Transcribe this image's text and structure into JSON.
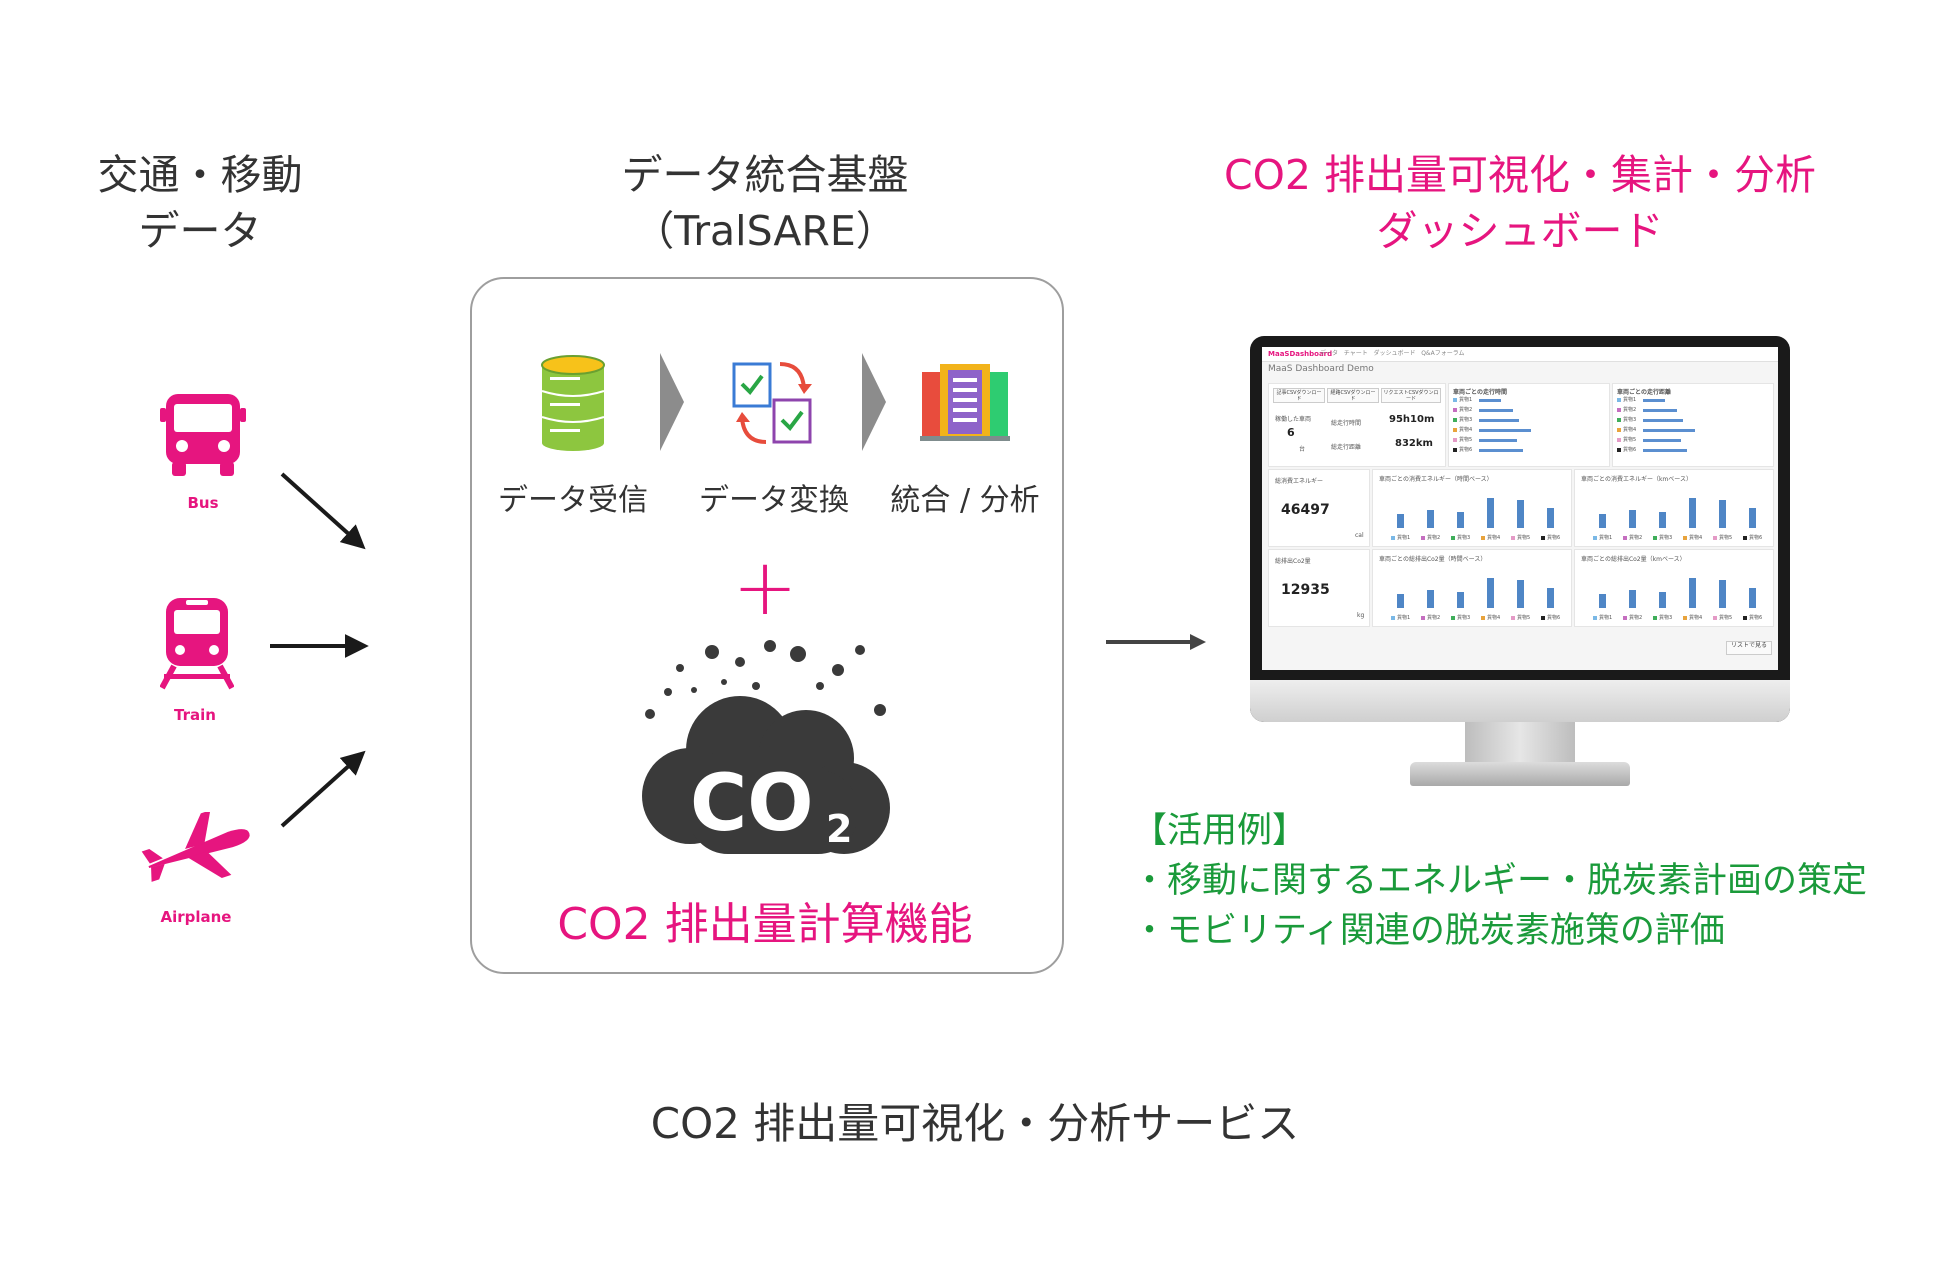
{
  "left_column": {
    "title_line1": "交通・移動",
    "title_line2": "データ"
  },
  "center_column": {
    "title_line1": "データ統合基盤",
    "title_line2": "（TralSARE）"
  },
  "right_column": {
    "title_line1": "CO2 排出量可視化・集計・分析",
    "title_line2": "ダッシュボード"
  },
  "modes": [
    {
      "label": "Bus",
      "icon": "bus-icon"
    },
    {
      "label": "Train",
      "icon": "train-icon"
    },
    {
      "label": "Airplane",
      "icon": "airplane-icon"
    }
  ],
  "steps": [
    {
      "label": "データ受信",
      "icon": "database-icon"
    },
    {
      "label": "データ変換",
      "icon": "document-convert-icon"
    },
    {
      "label": "統合 / 分析",
      "icon": "server-icon"
    }
  ],
  "plus_sign": "+",
  "co2_badge": {
    "main": "CO",
    "sub": "2"
  },
  "calc_label": "CO2 排出量計算機能",
  "dashboard": {
    "brand": "MaaSDashboard",
    "nav": [
      "データ",
      "チャート",
      "ダッシュボード",
      "Q&Aフォーラム"
    ],
    "title": "MaaS Dashboard Demo",
    "buttons": [
      "記事CSVダウンロード",
      "経路CSVダウンロード",
      "リクエストCSVダウンロード"
    ],
    "vehicles_label": "稼働した車両",
    "vehicles_value": "6",
    "vehicles_unit": "台",
    "total_time_label": "総走行時間",
    "total_time_value": "95h10m",
    "total_distance_label": "総走行距離",
    "total_distance_value": "832km",
    "panel_time_title": "車両ごとの走行時間",
    "panel_distance_title": "車両ごとの走行距離",
    "energy_label": "総消費エネルギー",
    "energy_value": "46497",
    "energy_unit": "cal",
    "co2_label": "総排出Co2量",
    "co2_value": "12935",
    "co2_unit": "kg",
    "chart_titles": [
      "車両ごとの消費エネルギー（時間ベース）",
      "車両ごとの消費エネルギー（kmベース）",
      "車両ごとの総排出Co2量（時間ベース）",
      "車両ごとの総排出Co2量（kmベース）"
    ],
    "vehicle_names": [
      "貨物1",
      "貨物2",
      "貨物3",
      "貨物4",
      "貨物5",
      "貨物6"
    ],
    "list_button": "リストで見る"
  },
  "usecase": {
    "title": "【活用例】",
    "items": [
      "・移動に関するエネルギー・脱炭素計画の策定",
      "・モビリティ関連の脱炭素施策の評価"
    ]
  },
  "footer": "CO2 排出量可視化・分析サービス",
  "colors": {
    "pink": "#e6157f",
    "green": "#1a9a3a",
    "text": "#333333",
    "border": "#9e9e9e"
  }
}
